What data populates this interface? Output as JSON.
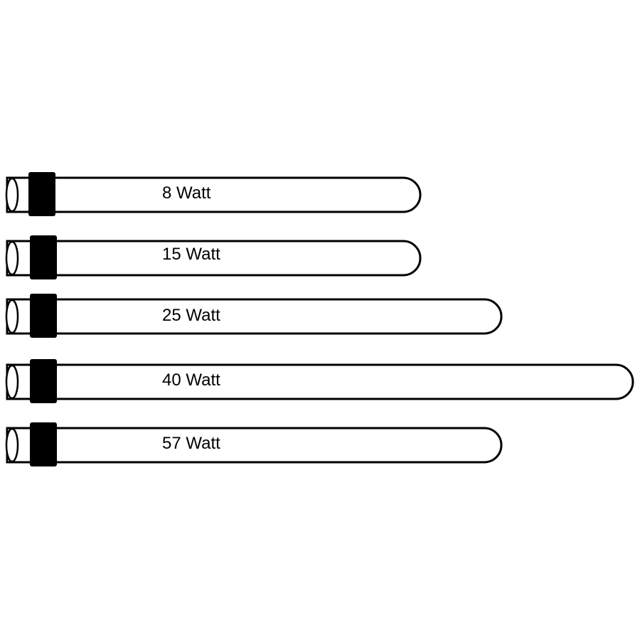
{
  "lamps": [
    {
      "label": "8 Watt",
      "wattage": 8
    },
    {
      "label": "15 Watt",
      "wattage": 15
    },
    {
      "label": "25 Watt",
      "wattage": 25
    },
    {
      "label": "40 Watt",
      "wattage": 40
    },
    {
      "label": "57 Watt",
      "wattage": 57
    }
  ],
  "colors": {
    "stroke": "#000000",
    "collar": "#000000",
    "background": "#ffffff"
  }
}
